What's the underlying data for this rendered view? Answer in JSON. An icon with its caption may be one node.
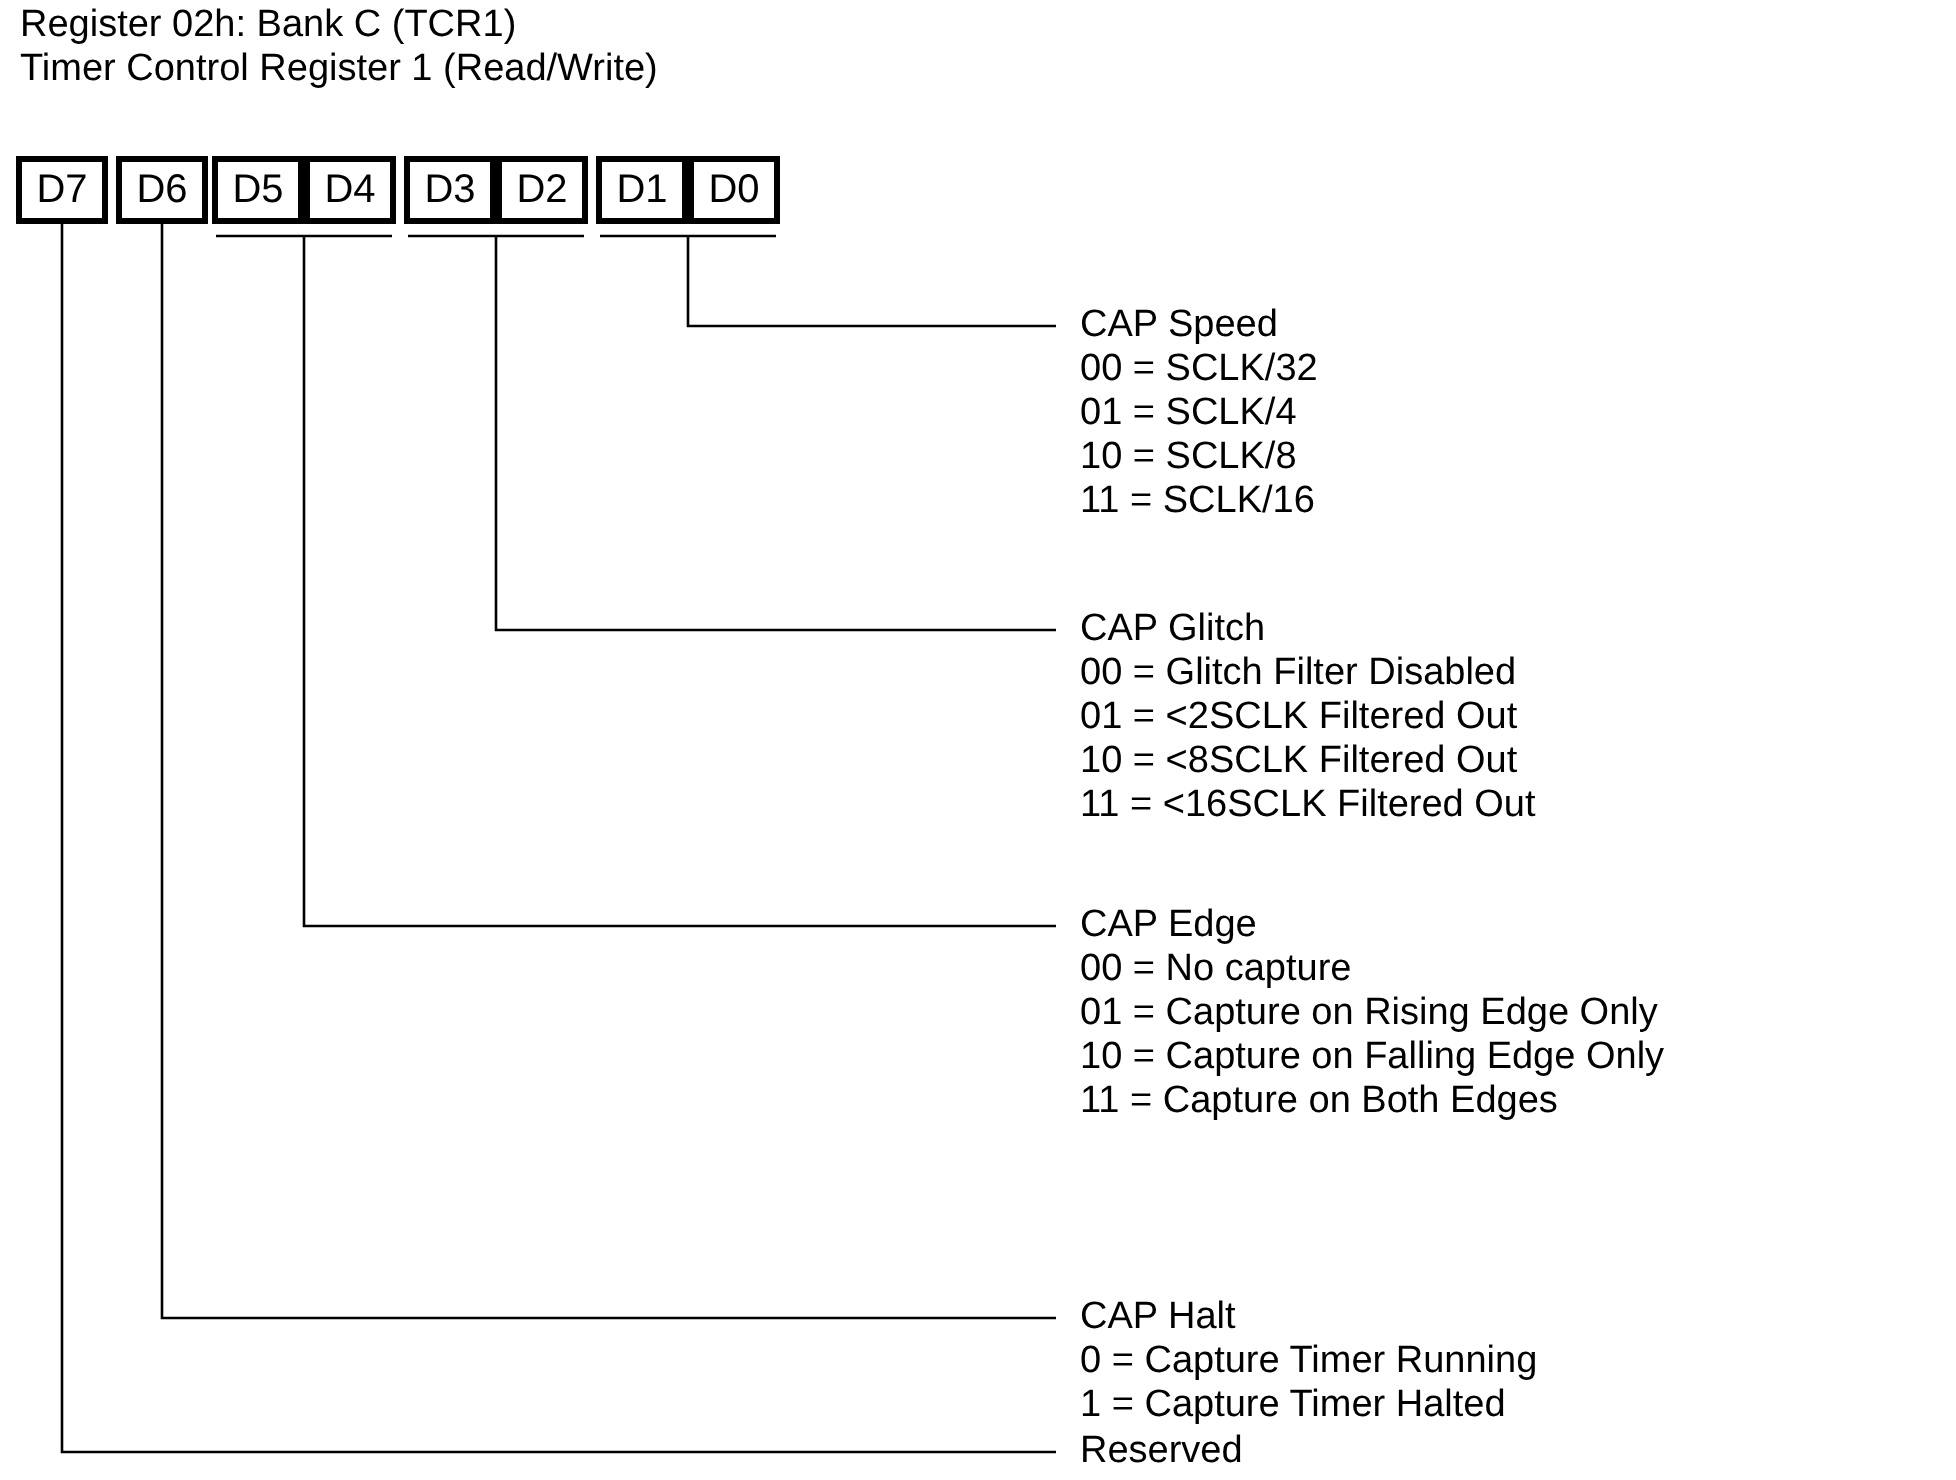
{
  "diagram": {
    "title": "Register 02h: Bank C (TCR1)",
    "labels": [
      "Timer Control Register 1 (Read/Write)"
    ],
    "nodes": [
      {
        "text": [
          "D7"
        ]
      },
      {
        "text": [
          "D6"
        ]
      },
      {
        "text": [
          "D5"
        ]
      },
      {
        "text": [
          "D4"
        ]
      },
      {
        "text": [
          "D3"
        ]
      },
      {
        "text": [
          "D2"
        ]
      },
      {
        "text": [
          "D1"
        ]
      },
      {
        "text": [
          "D0"
        ]
      },
      {
        "text": [
          "CAP Speed",
          "00 = SCLK/32",
          "01 = SCLK/4",
          "10 = SCLK/8",
          "11 = SCLK/16"
        ]
      },
      {
        "text": [
          "CAP Glitch",
          "00 = Glitch Filter Disabled",
          "01 = <2SCLK Filtered Out",
          "10 = <8SCLK Filtered Out",
          "11 = <16SCLK Filtered Out"
        ]
      },
      {
        "text": [
          "CAP Edge",
          "00 = No capture",
          "01 = Capture on Rising Edge Only",
          "10 = Capture on Falling Edge Only",
          "11 = Capture on Both Edges"
        ]
      },
      {
        "text": [
          "CAP Halt",
          "0 = Capture Timer Running",
          "1 = Capture Timer Halted"
        ]
      },
      {
        "text": [
          "Reserved"
        ]
      }
    ],
    "edges": [
      {
        "from": 6,
        "to": 8,
        "arrow": "none"
      },
      {
        "from": 7,
        "to": 8,
        "arrow": "none"
      },
      {
        "from": 4,
        "to": 9,
        "arrow": "none"
      },
      {
        "from": 5,
        "to": 9,
        "arrow": "none"
      },
      {
        "from": 2,
        "to": 10,
        "arrow": "none"
      },
      {
        "from": 3,
        "to": 10,
        "arrow": "none"
      },
      {
        "from": 1,
        "to": 11,
        "arrow": "none"
      },
      {
        "from": 0,
        "to": 12,
        "arrow": "none"
      }
    ]
  }
}
